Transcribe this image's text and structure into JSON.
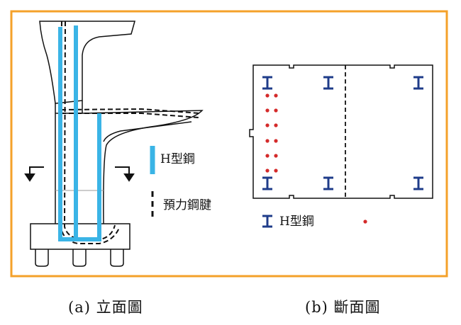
{
  "colors": {
    "frame_border": "#F4A12A",
    "h_steel": "#3AB4E6",
    "h_steel_symbol": "#1F3C8A",
    "dot": "#D42A2A",
    "line": "#111111"
  },
  "elevation": {
    "legend": {
      "h_steel_label": "H型鋼",
      "tendon_label": "預力鋼腱"
    },
    "caption": "(a) 立面圖"
  },
  "section": {
    "legend": {
      "h_steel_label": "H型鋼"
    },
    "caption": "(b) 斷面圖"
  }
}
